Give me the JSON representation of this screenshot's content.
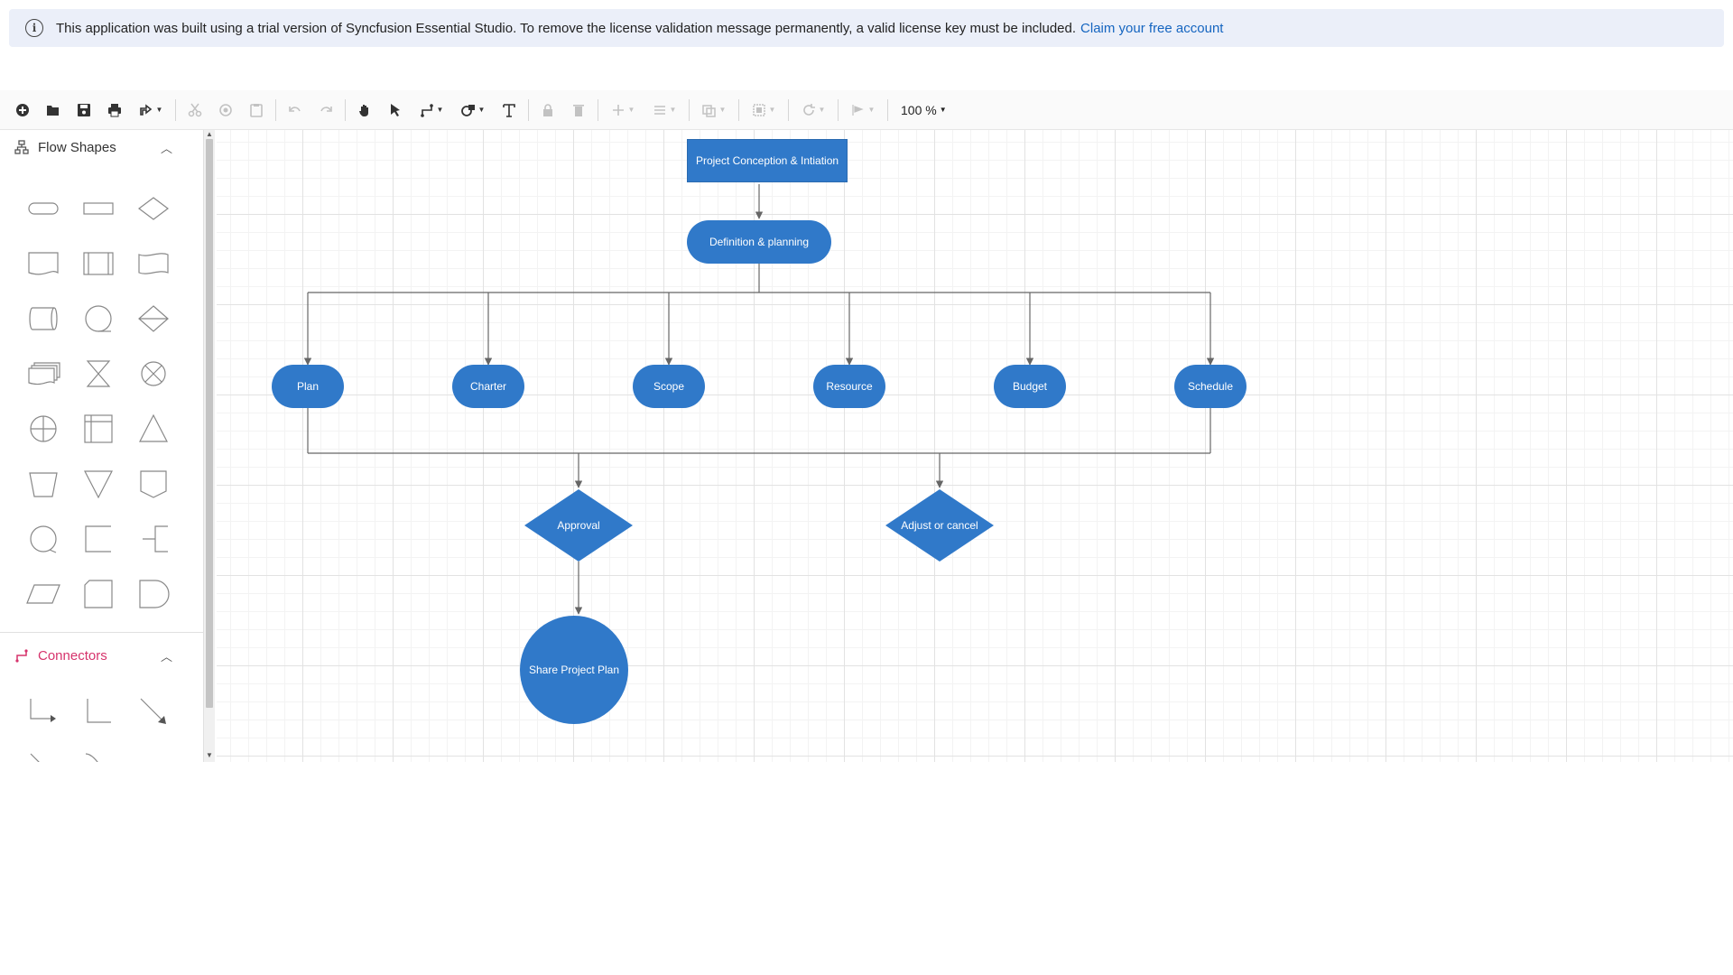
{
  "banner": {
    "message": "This application was built using a trial version of Syncfusion Essential Studio. To remove the license validation message permanently, a valid license key must be included.",
    "link_text": "Claim your free account",
    "icon": "info-icon"
  },
  "toolbar": {
    "zoom_label": "100 %",
    "buttons": [
      "new-icon",
      "open-icon",
      "save-icon",
      "print-icon",
      "export-icon",
      "cut-icon",
      "copy-icon",
      "paste-icon",
      "undo-icon",
      "redo-icon",
      "pan-icon",
      "pointer-icon",
      "connector-icon",
      "shape-icon",
      "text-icon",
      "lock-icon",
      "delete-icon",
      "order-icon",
      "align-icon",
      "group-icon",
      "distribute-icon",
      "rotate-icon",
      "flip-icon"
    ]
  },
  "palette": {
    "flow_shapes_title": "Flow Shapes",
    "connectors_title": "Connectors"
  },
  "diagram": {
    "nodes": {
      "conception": "Project Conception & Intiation",
      "definition": "Definition & planning",
      "plan": "Plan",
      "charter": "Charter",
      "scope": "Scope",
      "resource": "Resource",
      "budget": "Budget",
      "schedule": "Schedule",
      "approval": "Approval",
      "adjust": "Adjust or cancel",
      "share": "Share Project Plan"
    }
  },
  "colors": {
    "node_fill": "#3079c9",
    "connector": "#666666",
    "banner_bg": "#ebeff9",
    "link": "#1565c0",
    "connectors_header": "#d6336c"
  }
}
